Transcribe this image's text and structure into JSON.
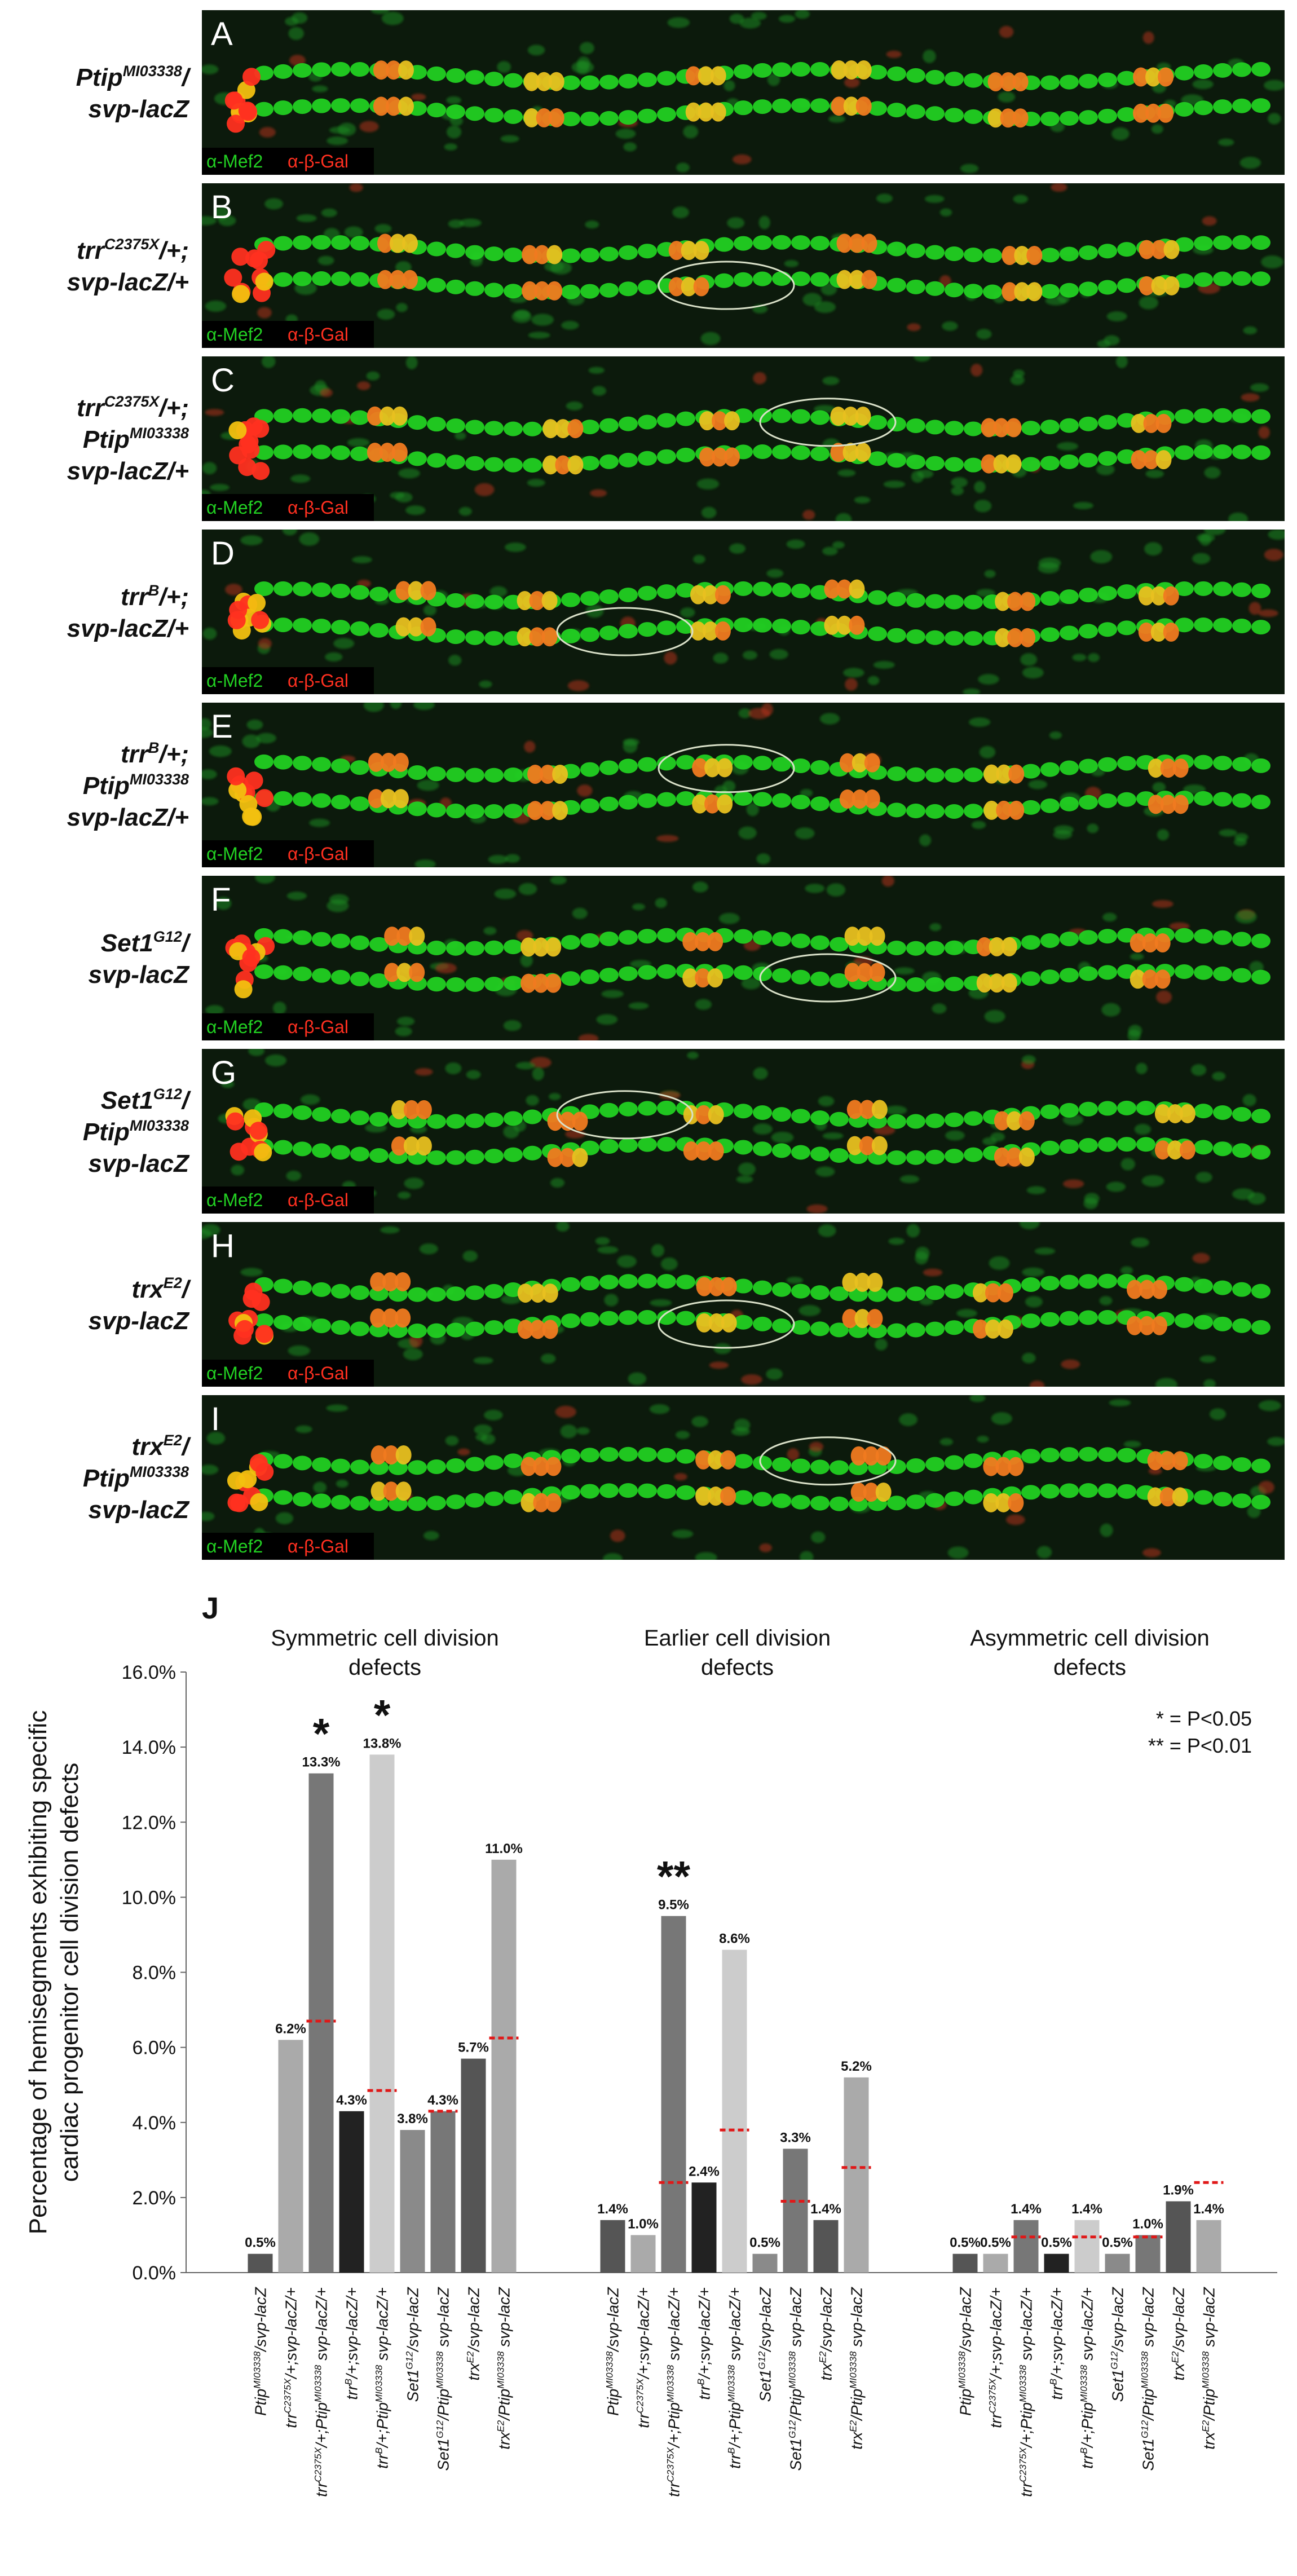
{
  "panels": [
    {
      "letter": "A",
      "genotype": [
        [
          "Ptip",
          "MI03338",
          "/"
        ],
        [
          "svp-lacZ",
          "",
          ""
        ]
      ]
    },
    {
      "letter": "B",
      "genotype": [
        [
          "trr",
          "C2375X",
          "/+;"
        ],
        [
          "svp-lacZ/+",
          "",
          ""
        ]
      ]
    },
    {
      "letter": "C",
      "genotype": [
        [
          "trr",
          "C2375X",
          "/+;"
        ],
        [
          "Ptip",
          "MI03338",
          ""
        ],
        [
          "svp-lacZ/+",
          "",
          ""
        ]
      ]
    },
    {
      "letter": "D",
      "genotype": [
        [
          "trr",
          "B",
          "/+;"
        ],
        [
          "svp-lacZ/+",
          "",
          ""
        ]
      ]
    },
    {
      "letter": "E",
      "genotype": [
        [
          "trr",
          "B",
          "/+;"
        ],
        [
          "Ptip",
          "MI03338",
          ""
        ],
        [
          "svp-lacZ/+",
          "",
          ""
        ]
      ]
    },
    {
      "letter": "F",
      "genotype": [
        [
          "Set1",
          "G12",
          "/"
        ],
        [
          "svp-lacZ",
          "",
          ""
        ]
      ]
    },
    {
      "letter": "G",
      "genotype": [
        [
          "Set1",
          "G12",
          "/"
        ],
        [
          "Ptip",
          "MI03338",
          ""
        ],
        [
          "svp-lacZ",
          "",
          ""
        ]
      ]
    },
    {
      "letter": "H",
      "genotype": [
        [
          "trx",
          "E2",
          "/"
        ],
        [
          "svp-lacZ",
          "",
          ""
        ]
      ]
    },
    {
      "letter": "I",
      "genotype": [
        [
          "trx",
          "E2",
          "/"
        ],
        [
          "Ptip",
          "MI03338",
          ""
        ],
        [
          "svp-lacZ",
          "",
          ""
        ]
      ]
    }
  ],
  "stain_labels": {
    "mef2": "α-Mef2",
    "bgal": "α-β-Gal"
  },
  "colors": {
    "mef2": "#22d022",
    "bgal": "#ff3020",
    "panel_bg": "#0c1a0c"
  },
  "chart_data": {
    "type": "bar",
    "panel_letter": "J",
    "ylabel": "Percentage of hemisegments exhibiting specific cardiac progenitor cell division defects",
    "ylim": [
      0,
      16
    ],
    "yticks": [
      0,
      2,
      4,
      6,
      8,
      10,
      12,
      14,
      16
    ],
    "ytick_labels": [
      "0.0%",
      "2.0%",
      "4.0%",
      "6.0%",
      "8.0%",
      "10.0%",
      "12.0%",
      "14.0%",
      "16.0%"
    ],
    "significance_legend": [
      "* = P<0.05",
      "** = P<0.01"
    ],
    "bar_colors": [
      "#555555",
      "#aaaaaa",
      "#777777",
      "#222222",
      "#cccccc",
      "#8a8a8a",
      "#777777",
      "#555555",
      "#aaaaaa"
    ],
    "categories": [
      {
        "parts": [
          [
            "Ptip",
            "MI03338",
            "/svp-lacZ"
          ]
        ]
      },
      {
        "parts": [
          [
            "trr",
            "C2375X",
            "/+;svp-lacZ/+"
          ]
        ]
      },
      {
        "parts": [
          [
            "trr",
            "C2375X",
            "/+;Ptip"
          ],
          [
            "",
            "MI03338",
            " svp-lacZ/+"
          ]
        ]
      },
      {
        "parts": [
          [
            "trr",
            "B",
            "/+;svp-lacZ/+"
          ]
        ]
      },
      {
        "parts": [
          [
            "trr",
            "B",
            "/+;Ptip"
          ],
          [
            "",
            "MI03338",
            " svp-lacZ/+"
          ]
        ]
      },
      {
        "parts": [
          [
            "Set1",
            "G12",
            "/svp-lacZ"
          ]
        ]
      },
      {
        "parts": [
          [
            "Set1",
            "G12",
            "/Ptip"
          ],
          [
            "",
            "MI03338",
            " svp-lacZ"
          ]
        ]
      },
      {
        "parts": [
          [
            "trx",
            "E2",
            "/svp-lacZ"
          ]
        ]
      },
      {
        "parts": [
          [
            "trx",
            "E2",
            "/Ptip"
          ],
          [
            "",
            "MI03338",
            " svp-lacZ"
          ]
        ]
      }
    ],
    "groups": [
      {
        "title": [
          "Symmetric cell division",
          "defects"
        ],
        "values": [
          0.5,
          6.2,
          13.3,
          4.3,
          13.8,
          3.8,
          4.3,
          5.7,
          11.0
        ],
        "labels": [
          "0.5%",
          "6.2%",
          "13.3%",
          "4.3%",
          "13.8%",
          "3.8%",
          "4.3%",
          "5.7%",
          "11.0%"
        ],
        "expected": [
          null,
          null,
          6.7,
          null,
          4.85,
          null,
          4.3,
          null,
          6.25
        ],
        "stars": [
          "",
          "",
          "*",
          "",
          "*",
          "",
          "",
          "",
          ""
        ]
      },
      {
        "title": [
          "Earlier cell division",
          "defects"
        ],
        "values": [
          1.4,
          1.0,
          9.5,
          2.4,
          8.6,
          0.5,
          3.3,
          1.4,
          5.2
        ],
        "labels": [
          "1.4%",
          "1.0%",
          "9.5%",
          "2.4%",
          "8.6%",
          "0.5%",
          "3.3%",
          "1.4%",
          "5.2%"
        ],
        "expected": [
          null,
          null,
          2.4,
          null,
          3.8,
          null,
          1.9,
          null,
          2.8
        ],
        "stars": [
          "",
          "",
          "**",
          "",
          "",
          "",
          "",
          "",
          ""
        ]
      },
      {
        "title": [
          "Asymmetric cell division",
          "defects"
        ],
        "values": [
          0.5,
          0.5,
          1.4,
          0.5,
          1.4,
          0.5,
          1.0,
          1.9,
          1.4
        ],
        "labels": [
          "0.5%",
          "0.5%",
          "1.4%",
          "0.5%",
          "1.4%",
          "0.5%",
          "1.0%",
          "1.9%",
          "1.4%"
        ],
        "expected": [
          null,
          null,
          0.95,
          null,
          0.95,
          null,
          0.95,
          null,
          2.4
        ],
        "stars": [
          "",
          "",
          "",
          "",
          "",
          "",
          "",
          "",
          ""
        ]
      }
    ]
  }
}
